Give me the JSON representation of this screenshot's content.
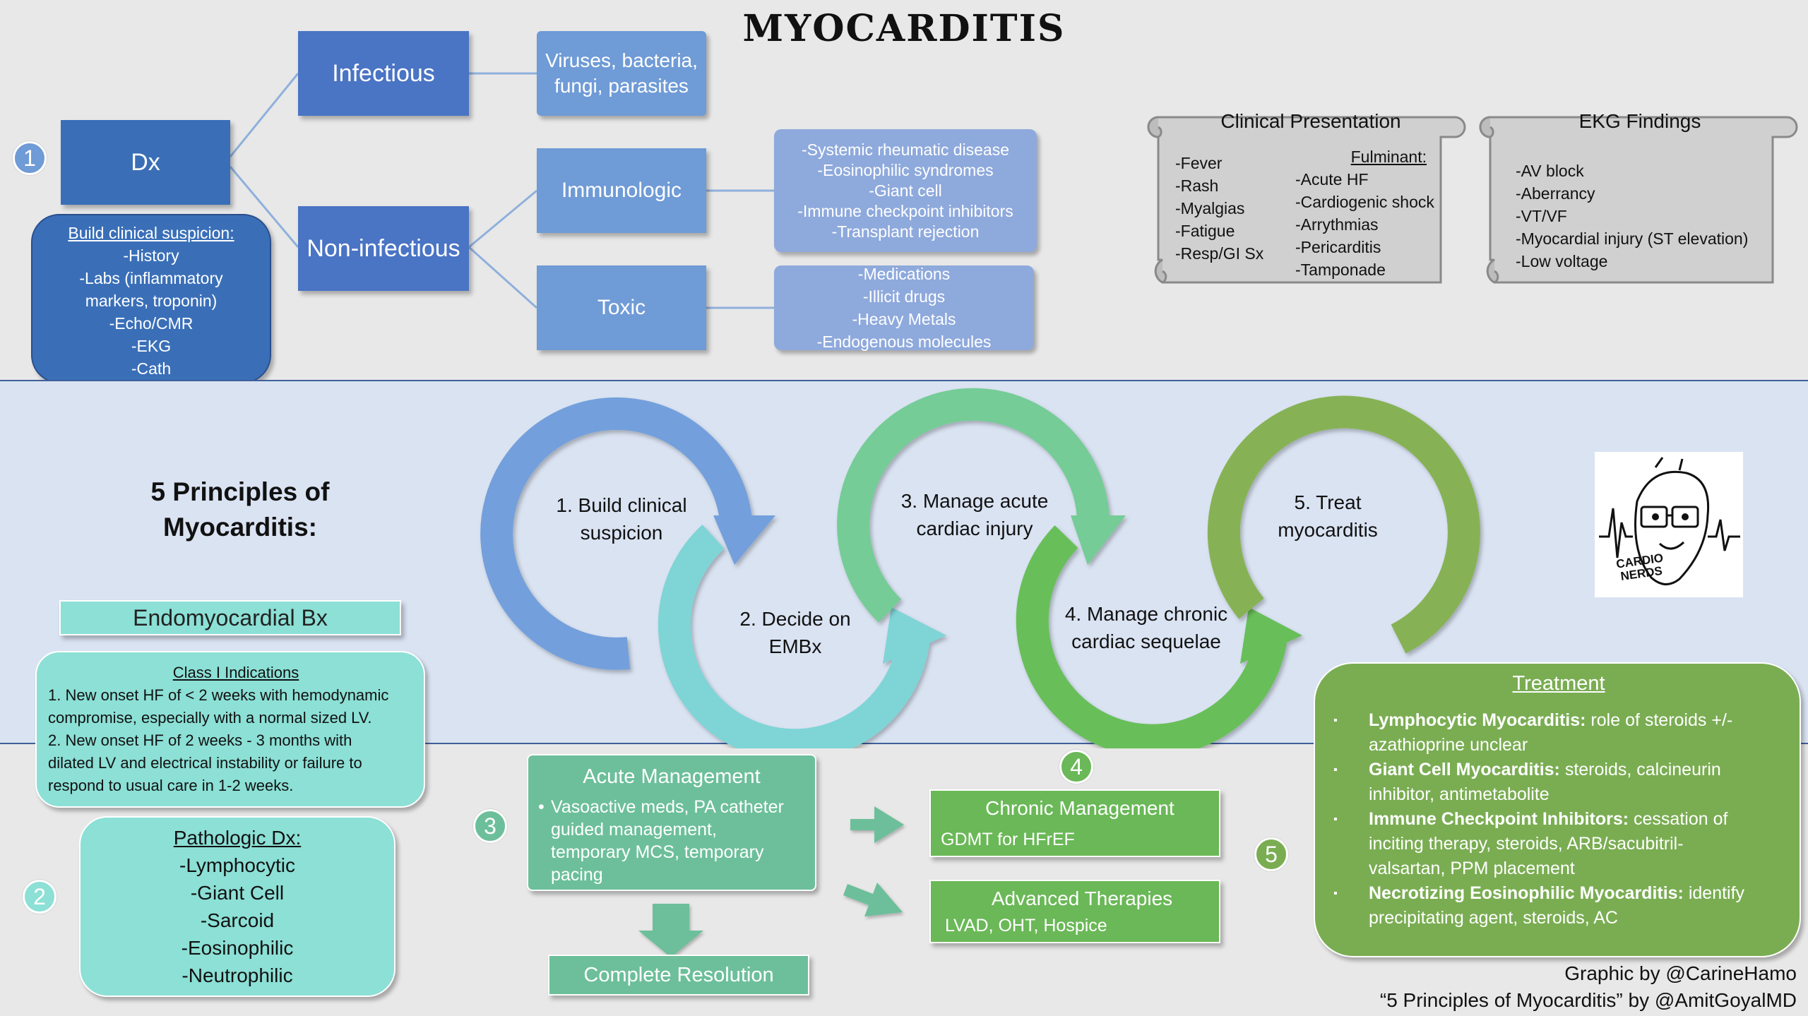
{
  "title": "MYOCARDITIS",
  "colors": {
    "dark_blue": "#3a6fb8",
    "mid_blue": "#4a74c4",
    "light_blue": "#6f9bd6",
    "lavender": "#8ea9dc",
    "teal": "#8ce0d6",
    "green_mid": "#6cbf9a",
    "green": "#6ab857",
    "olive": "#7aad52"
  },
  "dx": {
    "number": "1",
    "label": "Dx",
    "infectious": "Infectious",
    "infectious_detail": [
      "Viruses, bacteria,",
      "fungi, parasites"
    ],
    "noninfectious": "Non-infectious",
    "immunologic": "Immunologic",
    "immunologic_detail": [
      "-Systemic rheumatic disease",
      "-Eosinophilic syndromes",
      "-Giant cell",
      "-Immune checkpoint inhibitors",
      "-Transplant rejection"
    ],
    "toxic": "Toxic",
    "toxic_detail": [
      "-Medications",
      "-Illicit drugs",
      "-Heavy Metals",
      "-Endogenous molecules"
    ],
    "suspicion_title": "Build clinical suspicion:",
    "suspicion_items": [
      "-History",
      "-Labs (inflammatory",
      "markers, troponin)",
      "-Echo/CMR",
      "-EKG",
      "-Cath"
    ]
  },
  "clinical_presentation": {
    "title": "Clinical Presentation",
    "left": [
      "-Fever",
      "-Rash",
      "-Myalgias",
      "-Fatigue",
      "-Resp/GI Sx"
    ],
    "fulminant_title": "Fulminant:",
    "fulminant": [
      "-Acute HF",
      "-Cardiogenic shock",
      "-Arrythmias",
      "-Pericarditis",
      "-Tamponade"
    ]
  },
  "ekg": {
    "title": "EKG Findings",
    "items": [
      "-AV block",
      "-Aberrancy",
      "-VT/VF",
      "-Myocardial injury (ST elevation)",
      "-Low voltage"
    ]
  },
  "principles": {
    "heading": [
      "5 Principles of",
      "Myocarditis:"
    ],
    "steps": [
      [
        "1. Build clinical",
        "suspicion"
      ],
      [
        "2. Decide on",
        "EMBx"
      ],
      [
        "3. Manage acute",
        "cardiac injury"
      ],
      [
        "4. Manage chronic",
        "cardiac sequelae"
      ],
      [
        "5. Treat",
        "myocarditis"
      ]
    ]
  },
  "logo": {
    "text": [
      "CARDIO",
      "NERDS"
    ]
  },
  "emb": {
    "number": "2",
    "title": "Endomyocardial Bx",
    "class_title": "Class I Indications",
    "class_items": [
      "1. New onset HF of < 2 weeks with hemodynamic",
      "compromise, especially with a normal sized LV.",
      "2. New onset HF of 2 weeks - 3 months with",
      "dilated LV and electrical instability or failure to",
      "respond to usual care in 1-2 weeks."
    ],
    "path_title": "Pathologic Dx:",
    "path_items": [
      "-Lymphocytic",
      "-Giant Cell",
      "-Sarcoid",
      "-Eosinophilic",
      "-Neutrophilic"
    ]
  },
  "acute": {
    "number": "3",
    "title": "Acute Management",
    "bullet": "•",
    "text": [
      "Vasoactive meds, PA catheter",
      "guided management,",
      "temporary MCS, temporary",
      "pacing"
    ],
    "resolution": "Complete Resolution"
  },
  "chronic": {
    "number": "4",
    "title": "Chronic Management",
    "text": "GDMT for HFrEF",
    "advanced_title": "Advanced Therapies",
    "advanced_text": "LVAD, OHT, Hospice"
  },
  "treatment": {
    "number": "5",
    "title": "Treatment",
    "items": [
      {
        "bold": "Lymphocytic Myocarditis:",
        "lines": [
          " role of steroids +/-",
          "azathioprine unclear"
        ]
      },
      {
        "bold": "Giant Cell Myocarditis:",
        "lines": [
          " steroids, calcineurin",
          "inhibitor, antimetabolite"
        ]
      },
      {
        "bold": "Immune Checkpoint Inhibitors:",
        "lines": [
          " cessation of",
          "inciting therapy, steroids, ARB/sacubitril-",
          "valsartan, PPM placement"
        ]
      },
      {
        "bold": "Necrotizing Eosinophilic Myocarditis:",
        "lines": [
          " identify",
          "precipitating agent, steroids, AC"
        ]
      }
    ],
    "bullet": "▪"
  },
  "credits": [
    "Graphic by @CarineHamo",
    "“5 Principles of Myocarditis” by @AmitGoyalMD"
  ]
}
